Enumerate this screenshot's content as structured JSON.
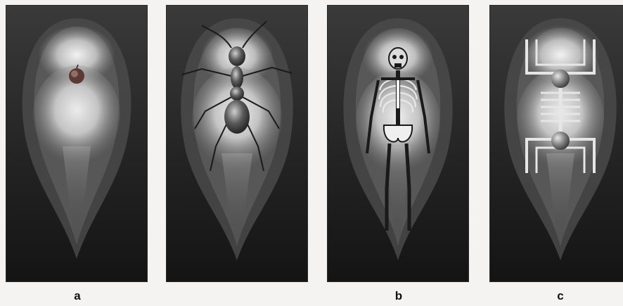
{
  "figure": {
    "captions": {
      "a": "a",
      "b": "b",
      "c": "c"
    },
    "panels": [
      {
        "subject": "apple"
      },
      {
        "subject": "ant"
      },
      {
        "subject": "skeleton"
      },
      {
        "subject": "dipole-circuit"
      }
    ],
    "colors": {
      "panel_background": "#1e1e1e",
      "aura_outer": "#4a4a4a",
      "aura_inner": "#e8e8e8",
      "caption_text": "#111111"
    }
  }
}
